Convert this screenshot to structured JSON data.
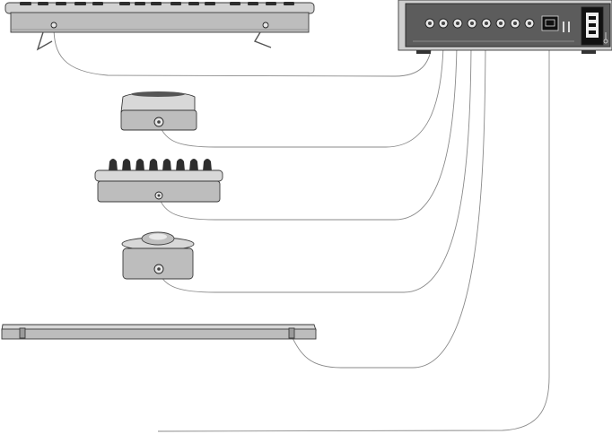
{
  "diagram": {
    "devices": [
      {
        "id": "keyboard",
        "kind": "keyboard-unit"
      },
      {
        "id": "fader-module",
        "kind": "single-fader-module"
      },
      {
        "id": "knob-module",
        "kind": "eight-knob-module"
      },
      {
        "id": "trackball-module",
        "kind": "trackball-module"
      },
      {
        "id": "rail",
        "kind": "slim-rail-unit"
      },
      {
        "id": "interface",
        "kind": "rear-panel-interface-box"
      }
    ],
    "interface_ports": {
      "round_inputs": 8,
      "network_ports": 1,
      "power_inlets": 1
    },
    "connections": [
      {
        "from": "keyboard",
        "to": "interface",
        "port": "input-1"
      },
      {
        "from": "fader-module",
        "to": "interface",
        "port": "input-2"
      },
      {
        "from": "knob-module",
        "to": "interface",
        "port": "input-3"
      },
      {
        "from": "trackball-module",
        "to": "interface",
        "port": "input-4"
      },
      {
        "from": "rail",
        "to": "interface",
        "port": "input-5"
      },
      {
        "from": "off-page",
        "to": "interface",
        "port": "network"
      }
    ],
    "colors": {
      "panel": "#5c5c5c",
      "body": "#c6c6c6",
      "cable": "#8a8a8a"
    }
  }
}
